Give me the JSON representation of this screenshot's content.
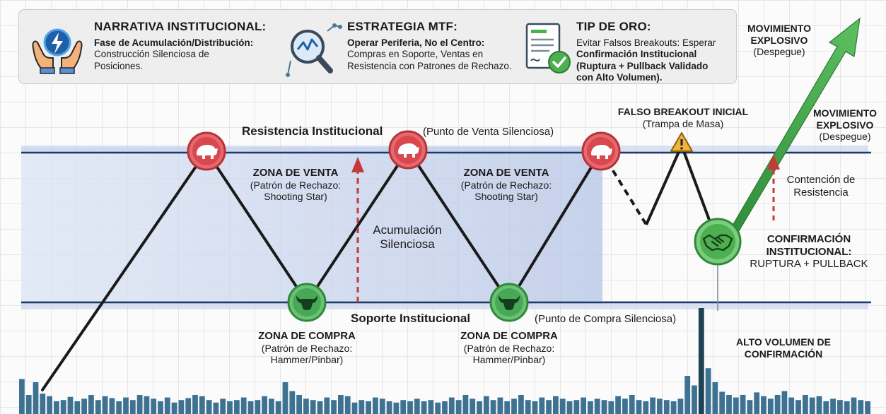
{
  "info": [
    {
      "title": "NARRATIVA INSTITUCIONAL:",
      "lines": [
        "Fase de Acumulación/Distribución:",
        "Construcción Silenciosa de",
        "Posiciones."
      ],
      "bold_lines": [
        true,
        false,
        false
      ],
      "icon": "hands-lightning-icon"
    },
    {
      "title": "ESTRATEGIA MTF:",
      "lines": [
        "Operar Periferia, No el Centro:",
        "Compras en Soporte, Ventas en",
        "Resistencia con Patrones de Rechazo."
      ],
      "bold_lines": [
        true,
        false,
        false
      ],
      "icon": "magnifier-chart-icon"
    },
    {
      "title": "TIP DE ORO:",
      "lines": [
        "Evitar Falsos Breakouts: Esperar",
        "Confirmación Institucional",
        "(Ruptura + Pullback Validado",
        "con Alto Volumen)."
      ],
      "bold_lines": [
        false,
        true,
        true,
        true
      ],
      "icon": "checklist-document-icon"
    }
  ],
  "labels": {
    "resistance_title": "Resistencia Institucional",
    "resistance_sub": "(Punto de Venta Silenciosa)",
    "support_title": "Soporte Institucional",
    "support_sub": "(Punto de Compra Silenciosa)",
    "sell_zone": {
      "title": "ZONA DE VENTA",
      "line1": "(Patrón de Rechazo:",
      "line2": "Shooting Star)"
    },
    "buy_zone": {
      "title": "ZONA DE COMPRA",
      "line1": "(Patrón de Rechazo:",
      "line2": "Hammer/Pinbar)"
    },
    "accumulation": {
      "line1": "Acumulación",
      "line2": "Silenciosa"
    },
    "false_breakout": {
      "line1": "FALSO BREAKOUT INICIAL",
      "line2": "(Trampa de Masa)"
    },
    "explosive_top": {
      "line1": "MOVIMIENTO",
      "line2": "EXPLOSIVO",
      "line3": "(Despegue)"
    },
    "explosive_right": {
      "line1": "MOVIMIENTO",
      "line2": "EXPLOSIVO",
      "line3": "(Despegue)"
    },
    "containment": {
      "line1": "Contención de",
      "line2": "Resistencia"
    },
    "confirmation": {
      "line1": "CONFIRMACIÓN",
      "line2": "INSTITUCIONAL:",
      "line3": "RUPTURA + PULLBACK"
    },
    "high_volume": {
      "line1": "ALTO VOLUMEN DE",
      "line2": "CONFIRMACIÓN"
    }
  },
  "icons": {
    "bear": "bear-icon",
    "bull": "bull-icon",
    "warning": "warning-icon",
    "handshake": "handshake-icon"
  },
  "volume": {
    "levels": [
      0.55,
      0.3,
      0.5,
      0.32,
      0.28,
      0.2,
      0.22,
      0.27,
      0.2,
      0.24,
      0.3,
      0.22,
      0.28,
      0.25,
      0.2,
      0.26,
      0.22,
      0.3,
      0.28,
      0.24,
      0.2,
      0.26,
      0.18,
      0.22,
      0.25,
      0.3,
      0.28,
      0.22,
      0.18,
      0.24,
      0.2,
      0.22,
      0.26,
      0.2,
      0.22,
      0.28,
      0.24,
      0.2,
      0.5,
      0.36,
      0.3,
      0.24,
      0.22,
      0.2,
      0.26,
      0.22,
      0.3,
      0.28,
      0.18,
      0.22,
      0.2,
      0.26,
      0.24,
      0.2,
      0.18,
      0.22,
      0.2,
      0.24,
      0.2,
      0.22,
      0.18,
      0.2,
      0.26,
      0.22,
      0.3,
      0.24,
      0.2,
      0.28,
      0.22,
      0.26,
      0.2,
      0.24,
      0.3,
      0.22,
      0.2,
      0.26,
      0.22,
      0.28,
      0.24,
      0.2,
      0.22,
      0.26,
      0.2,
      0.24,
      0.22,
      0.2,
      0.28,
      0.24,
      0.3,
      0.22,
      0.2,
      0.26,
      0.24,
      0.22,
      0.2,
      0.24,
      0.6,
      0.45,
      1.0,
      0.72,
      0.5,
      0.35,
      0.3,
      0.26,
      0.3,
      0.22,
      0.34,
      0.28,
      0.24,
      0.3,
      0.36,
      0.26,
      0.22,
      0.3,
      0.26,
      0.28,
      0.2,
      0.24,
      0.22,
      0.2,
      0.26,
      0.22,
      0.2
    ],
    "spike_index": 98
  },
  "colors": {
    "line": "#1a1a1a",
    "band": "#b9c8e8",
    "band_edge": "#1e3a66",
    "bear_red": "#d9474f",
    "bull_green": "#47a857",
    "arrow_green": "#3fa34a",
    "dashed_red": "#c43a3a",
    "volume": "#3e7293",
    "volume_spike": "#1f4256"
  }
}
